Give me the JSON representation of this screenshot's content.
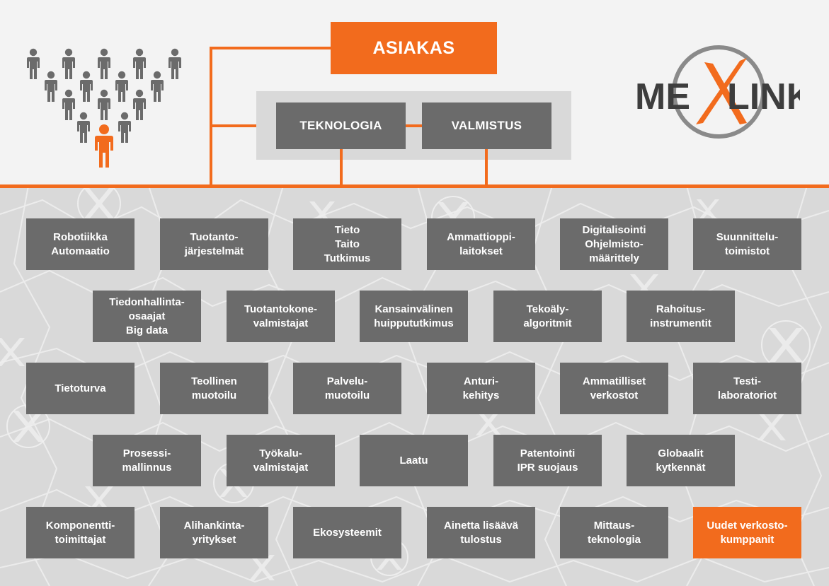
{
  "header": {
    "customer_label": "ASIAKAS",
    "technology_label": "TEKNOLOGIA",
    "manufacturing_label": "VALMISTUS",
    "logo": {
      "left": "ME",
      "right": "LINK"
    }
  },
  "colors": {
    "accent": "#f26b1d",
    "box": "#6b6b6b",
    "panel": "#d9d9d9",
    "background": "#f3f3f3"
  },
  "network": {
    "rows": [
      [
        "Robotiikka\nAutomaatio",
        "Tuotanto-\njärjestelmät",
        "Tieto\nTaito\nTutkimus",
        "Ammattioppi-\nlaitokset",
        "Digitalisointi\nOhjelmisto-\nmäärittely",
        "Suunnittelu-\ntoimistot"
      ],
      [
        "Tiedonhallinta-\nosaajat\nBig data",
        "Tuotantokone-\nvalmistajat",
        "Kansainvälinen\nhuippututkimus",
        "Tekoäly-\nalgoritmit",
        "Rahoitus-\ninstrumentit"
      ],
      [
        "Tietoturva",
        "Teollinen\nmuotoilu",
        "Palvelu-\nmuotoilu",
        "Anturi-\nkehitys",
        "Ammatilliset\nverkostot",
        "Testi-\nlaboratoriot"
      ],
      [
        "Prosessi-\nmallinnus",
        "Työkalu-\nvalmistajat",
        "Laatu",
        "Patentointi\nIPR suojaus",
        "Globaalit\nkytkennät"
      ],
      [
        "Komponentti-\ntoimittajat",
        "Alihankinta-\nyritykset",
        "Ekosysteemit",
        "Ainetta lisäävä\ntulostus",
        "Mittaus-\nteknologia",
        "Uudet verkosto-\nkumppanit"
      ]
    ]
  }
}
